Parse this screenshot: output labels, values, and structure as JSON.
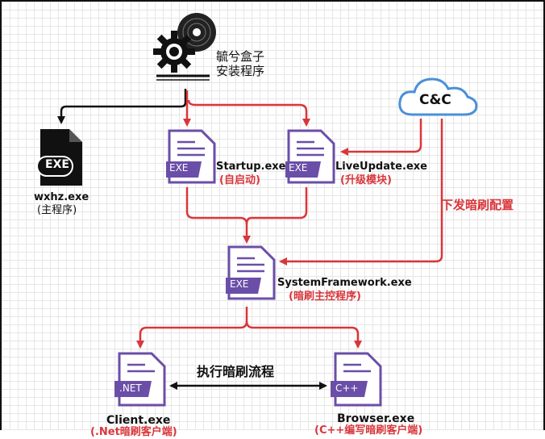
{
  "installer": {
    "line1": "毓兮盒子",
    "line2": "安装程序"
  },
  "cloud": {
    "label": "C&C"
  },
  "nodes": {
    "wxhz": {
      "name": "wxhz.exe",
      "desc": "(主程序)",
      "badge": "EXE"
    },
    "startup": {
      "name": "Startup.exe",
      "desc": "(自启动)",
      "badge": "EXE"
    },
    "liveupdate": {
      "name": "LiveUpdate.exe",
      "desc": "(升级模块)",
      "badge": "EXE"
    },
    "framework": {
      "name": "SystemFramework.exe",
      "desc": "(暗刷主控程序)",
      "badge": "EXE"
    },
    "client": {
      "name": "Client.exe",
      "desc": "(.Net暗刷客户端)",
      "badge": ".NET"
    },
    "browser": {
      "name": "Browser.exe",
      "desc": "(C++编写暗刷客户端)",
      "badge": "C++"
    }
  },
  "edges": {
    "config": "下发暗刷配置",
    "flow": "执行暗刷流程"
  },
  "colors": {
    "red": "#d9363a",
    "file_purple": "#6b4ea8",
    "cloud_blue": "#4a90d9"
  }
}
